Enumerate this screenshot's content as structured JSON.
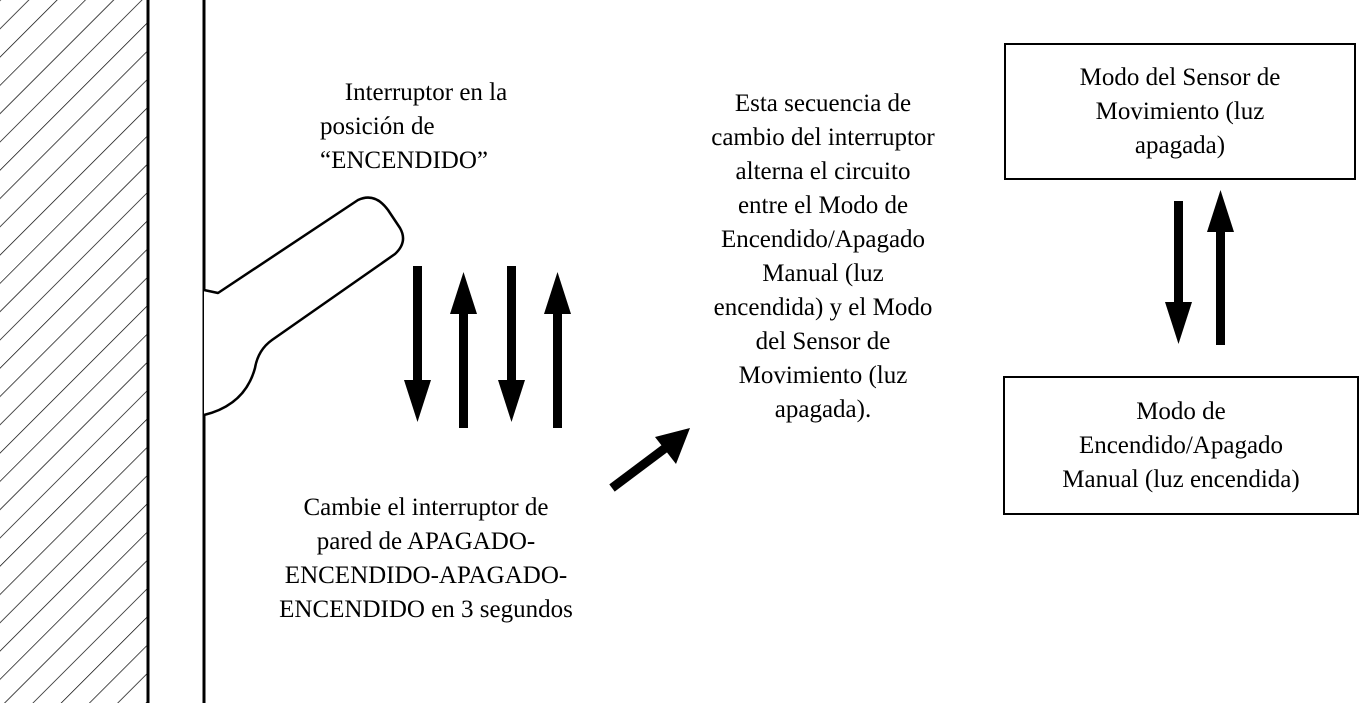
{
  "switch_label": {
    "lines": [
      "Interruptor en la",
      "posición de",
      "“ENCENDIDO”"
    ]
  },
  "instruction": {
    "lines": [
      "Cambie el interruptor de",
      "pared de APAGADO-",
      "ENCENDIDO-APAGADO-",
      "ENCENDIDO en 3 segundos"
    ]
  },
  "explanation": {
    "lines": [
      "Esta secuencia de",
      "cambio del interruptor",
      "alterna el circuito",
      "entre el Modo de",
      "Encendido/Apagado",
      "Manual (luz",
      "encendida) y el Modo",
      "del Sensor de",
      "Movimiento (luz",
      "apagada)."
    ]
  },
  "motion_sensor_mode_box": {
    "lines": [
      "Modo del Sensor de",
      "Movimiento (luz",
      "apagada)"
    ]
  },
  "manual_mode_box": {
    "lines": [
      "Modo de",
      "Encendido/Apagado",
      "Manual (luz encendida)"
    ]
  }
}
